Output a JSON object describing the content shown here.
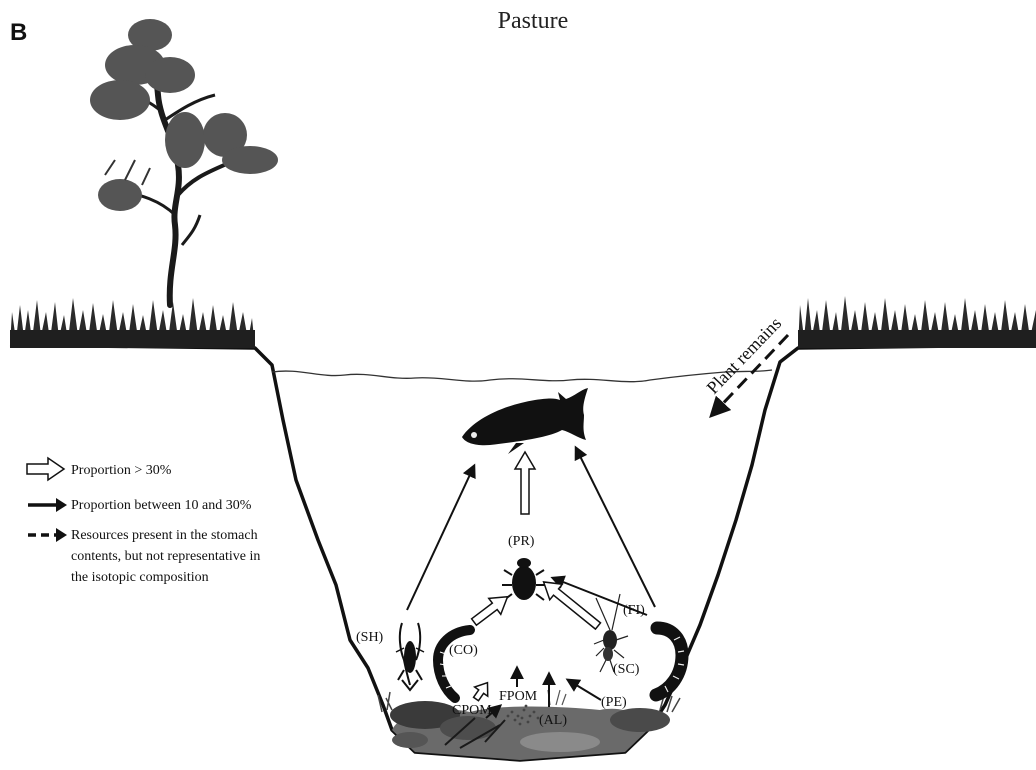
{
  "panel_letter": "B",
  "title": "Pasture",
  "colors": {
    "ink": "#111111",
    "foliage": "#555555",
    "ground": "#3a3a3a",
    "background": "#ffffff"
  },
  "legend": {
    "items": [
      {
        "symbol": "open-arrow-icon",
        "text": "Proportion > 30%"
      },
      {
        "symbol": "solid-arrow-icon",
        "text": "Proportion between 10 and 30%"
      },
      {
        "symbol": "dashed-arrow-icon",
        "lines": [
          "Resources present in the stomach",
          "contents, but not representative in",
          "the isotopic composition"
        ]
      }
    ]
  },
  "annotation": "Plant remains",
  "nodes": {
    "pr": "(PR)",
    "sh": "(SH)",
    "co": "(CO)",
    "sc": "(SC)",
    "fi": "(FI)",
    "cpom": "CPOM",
    "fpom": "FPOM",
    "al": "(AL)",
    "pe": "(PE)"
  },
  "icons": [
    "tree-icon",
    "grass-icon",
    "fish-icon",
    "beetle-icon",
    "shrimp-icon",
    "worm-icon",
    "mayfly-larva-icon",
    "caddisfly-larva-icon",
    "rocks-icon"
  ]
}
